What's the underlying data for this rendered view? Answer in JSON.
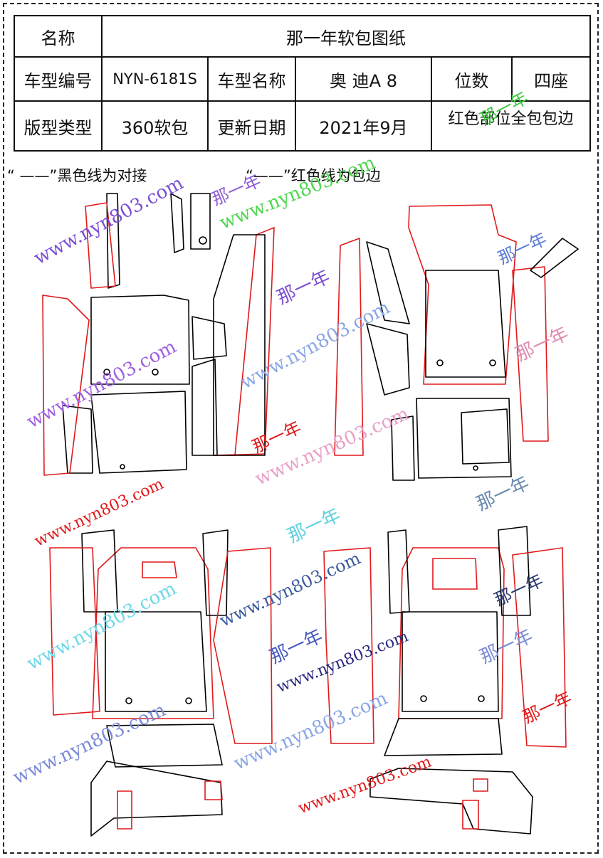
{
  "header": {
    "rows": [
      {
        "label": "名称",
        "value": "那一年软包图纸"
      },
      {
        "c1": "车型编号",
        "c2": "NYN-6181S",
        "c3": "车型名称",
        "c4": "奥 迪A 8",
        "c5": "位数",
        "c6": "四座"
      },
      {
        "c1": "版型类型",
        "c2": "360软包",
        "c3": "更新日期",
        "c4": "2021年9月",
        "c5": "红色部位全包包边"
      }
    ]
  },
  "legend": {
    "black": "“ ——”黑色线为对接",
    "red": "“——”红色线为包边"
  },
  "watermarks": {
    "brand": "那一年",
    "site": "www.nyn803.com"
  },
  "colors": {
    "cut_line": "#000000",
    "edge_line": "#e0191b"
  }
}
